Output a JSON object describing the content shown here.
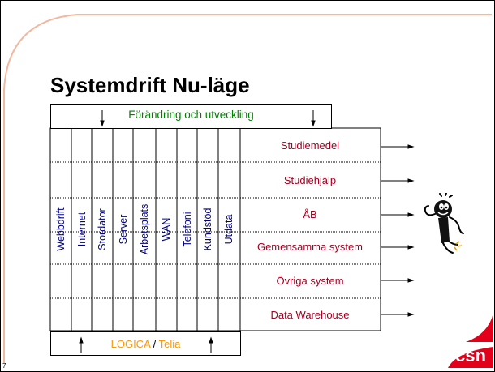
{
  "slide": {
    "title": "Systemdrift Nu-läge",
    "top_banner": "Förändring och utveckling",
    "columns": [
      "Webbdrift",
      "Internet",
      "Stordator",
      "Server",
      "Arbetsplats",
      "WAN",
      "Telefoni",
      "Kundstöd",
      "Utdata"
    ],
    "rows": [
      "Studiemedel",
      "Studiehjälp",
      "ÅB",
      "Gemensamma system",
      "Övriga system",
      "Data Warehouse"
    ],
    "bottom": {
      "logica": "LOGICA",
      "separator": " / ",
      "telia": "Telia"
    },
    "page_number": "7",
    "logo_text": "csn"
  },
  "colors": {
    "banner_text": "#008000",
    "row_text": "#a50021",
    "column_text": "#000080",
    "bottom_text": "#ff9900",
    "logo": "#e2001a",
    "swoosh": "#f2b8a0"
  }
}
